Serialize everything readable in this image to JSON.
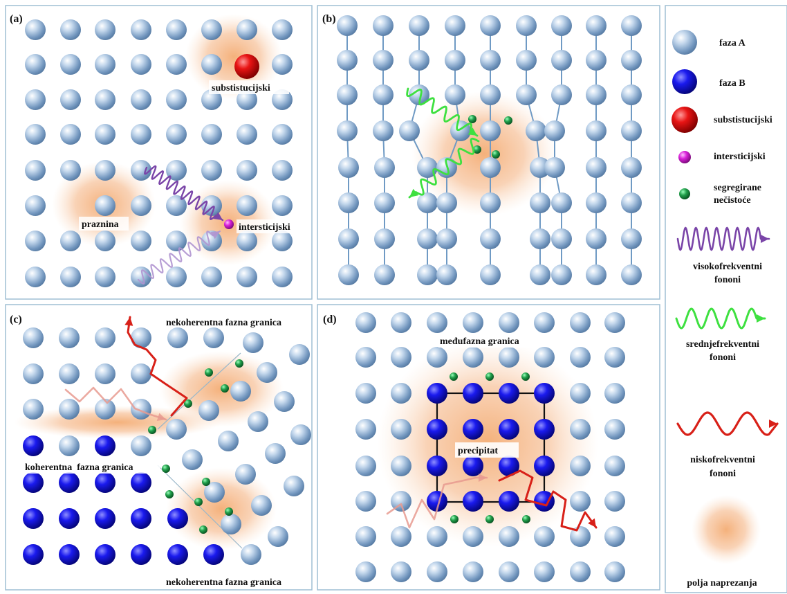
{
  "panels": {
    "a": {
      "tag": "(a)",
      "labels": {
        "substitutional": "substistucijski",
        "vacancy": "praznina",
        "interstitial": "intersticijski"
      }
    },
    "b": {
      "tag": "(b)"
    },
    "c": {
      "tag": "(c)",
      "labels": {
        "incoherent_top": "nekoherentna fazna granica",
        "coherent": "koherentna  fazna granica",
        "incoherent_bottom": "nekoherentna fazna granica"
      }
    },
    "d": {
      "tag": "(d)",
      "labels": {
        "interphase": "međufazna granica",
        "precipitate": "precipitat"
      }
    }
  },
  "legend": {
    "phase_a": "faza A",
    "phase_b": "faza B",
    "substitutional": "substistucijski",
    "interstitial": "intersticijski",
    "segregated_line1": "segregirane",
    "segregated_line2": "nečistoće",
    "high_freq_line1": "visokofrekventni",
    "high_freq_line2": "fononi",
    "mid_freq_line1": "srednjefrekventni",
    "mid_freq_line2": "fononi",
    "low_freq_line1": "niskofrekventni",
    "low_freq_line2": "fononi",
    "strain_field": "polja naprezanja"
  },
  "colors": {
    "phase_a": "#9ab8d6",
    "phase_b": "#1414d8",
    "substitutional": "#e01010",
    "interstitial": "#d020d0",
    "segregated": "#1c9a48",
    "high_freq_wave": "#7a45a8",
    "mid_freq_wave": "#3ee040",
    "low_freq_wave": "#d82018",
    "strain": "#f3a86c",
    "panel_border": "#9fbfd4"
  }
}
